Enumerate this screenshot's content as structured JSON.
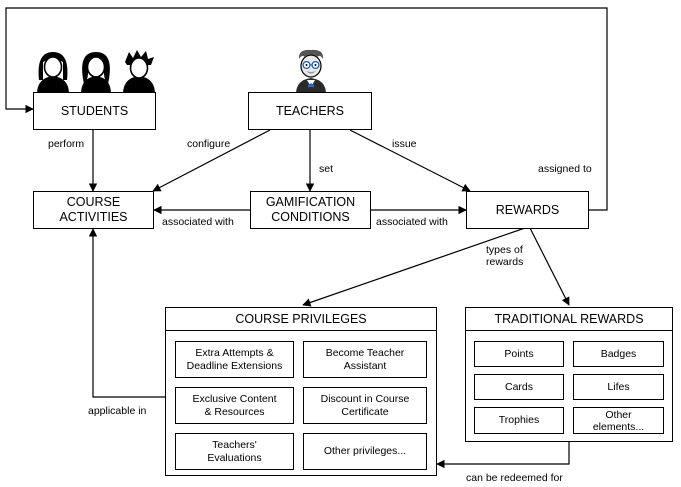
{
  "nodes": {
    "students": "STUDENTS",
    "teachers": "TEACHERS",
    "course_activities": "COURSE\nACTIVITIES",
    "gamification_conditions": "GAMIFICATION\nCONDITIONS",
    "rewards": "REWARDS"
  },
  "course_privileges": {
    "title": "COURSE PRIVILEGES",
    "items": [
      "Extra Attempts &\nDeadline Extensions",
      "Become Teacher\nAssistant",
      "Exclusive Content\n& Resources",
      "Discount in Course\nCertificate",
      "Teachers'\nEvaluations",
      "Other privileges..."
    ]
  },
  "traditional_rewards": {
    "title": "TRADITIONAL REWARDS",
    "items": [
      "Points",
      "Badges",
      "Cards",
      "Lifes",
      "Trophies",
      "Other\nelements..."
    ]
  },
  "edges": {
    "perform": "perform",
    "configure": "configure",
    "set": "set",
    "issue": "issue",
    "assigned_to": "assigned to",
    "associated_with_left": "associated with",
    "associated_with_right": "associated with",
    "types_of_rewards": "types of\nrewards",
    "applicable_in": "applicable in",
    "can_be_redeemed_for": "can be redeemed for"
  },
  "icons": {
    "students": "three-student-silhouettes-icon",
    "teacher": "teacher-with-glasses-icon"
  }
}
